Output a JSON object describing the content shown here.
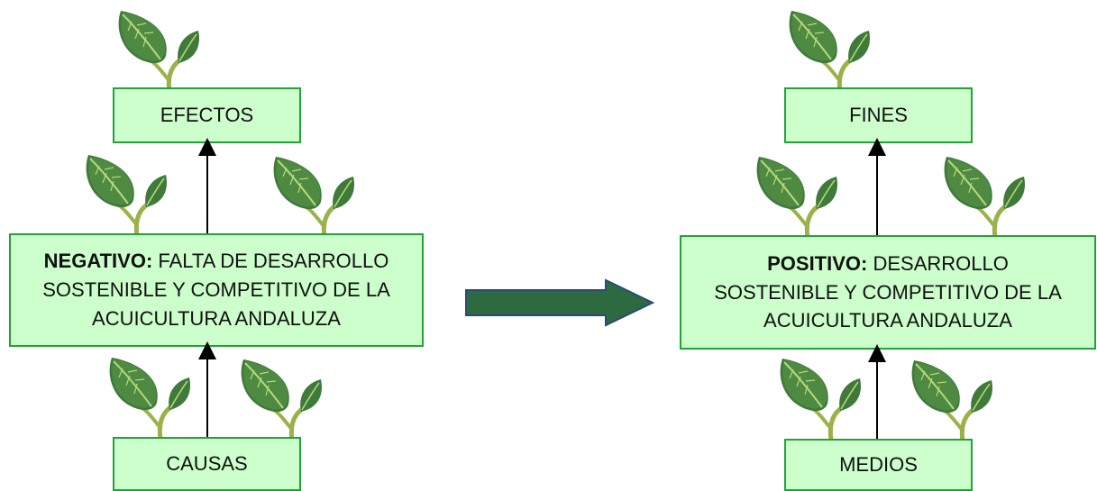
{
  "left": {
    "top_label": "EFECTOS",
    "bottom_label": "CAUSAS",
    "center_bold": "NEGATIVO:",
    "center_line1": " FALTA DE DESARROLLO",
    "center_line2": "SOSTENIBLE Y COMPETITIVO DE LA",
    "center_line3": "ACUICULTURA ANDALUZA"
  },
  "right": {
    "top_label": "FINES",
    "bottom_label": "MEDIOS",
    "center_bold": "POSITIVO:",
    "center_line1": " DESARROLLO",
    "center_line2": "SOSTENIBLE Y COMPETITIVO DE LA",
    "center_line3": "ACUICULTURA ANDALUZA"
  },
  "colors": {
    "box_fill": "#ccffcc",
    "box_border": "#22a33a",
    "arrow_fill": "#2e6a3f",
    "arrow_border": "#2a4a7a",
    "leaf": "#3f7a3b",
    "stem": "#9bb24a"
  }
}
